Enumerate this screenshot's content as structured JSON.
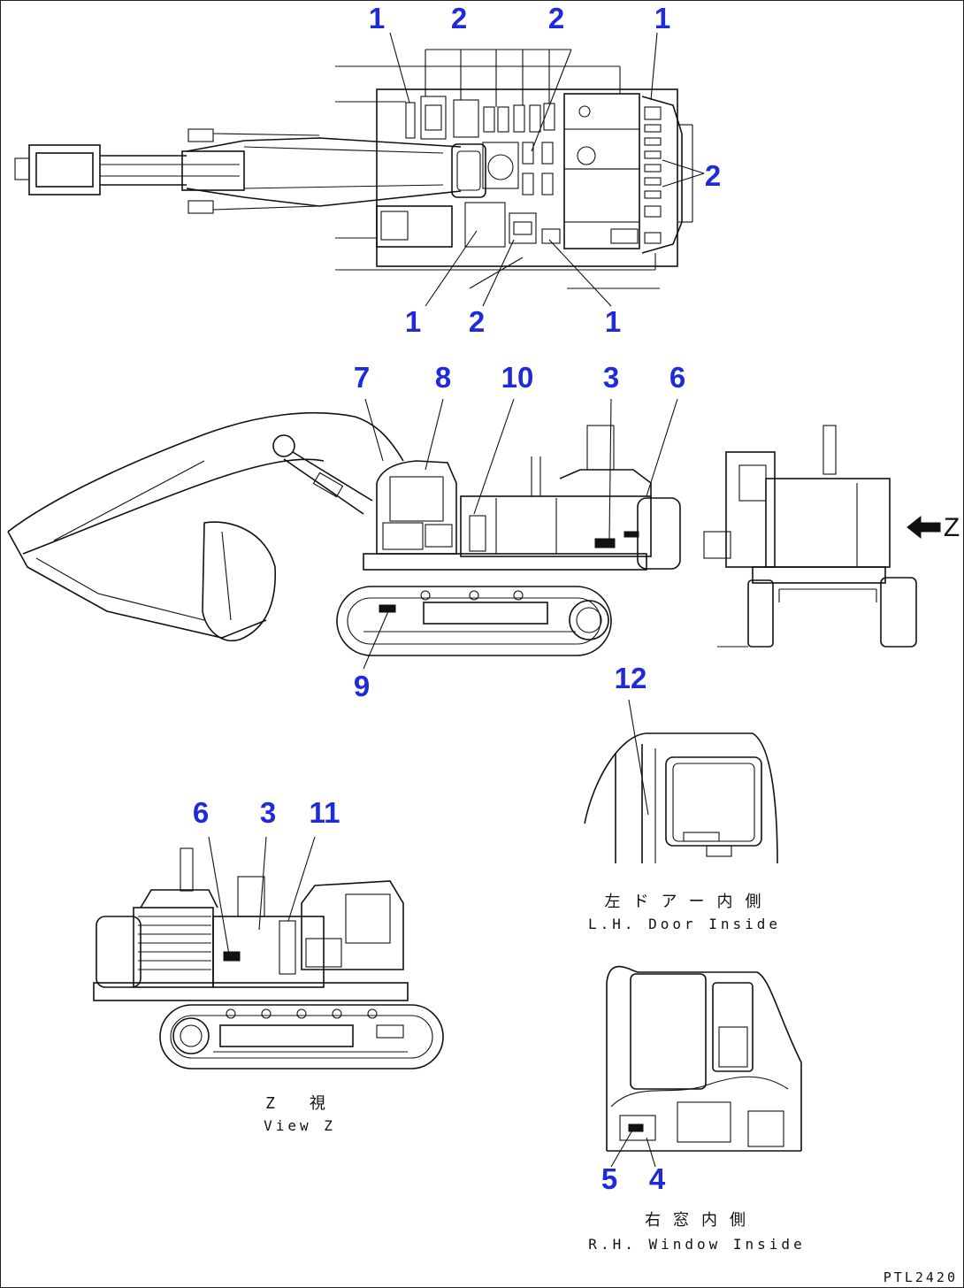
{
  "callouts": {
    "top": [
      "1",
      "2",
      "2",
      "1",
      "2",
      "1",
      "2",
      "1"
    ],
    "side": [
      "7",
      "8",
      "10",
      "3",
      "6",
      "9"
    ],
    "rear": [
      "6",
      "3",
      "11"
    ],
    "door": [
      "12"
    ],
    "window": [
      "5",
      "4"
    ]
  },
  "view_arrow": "Z",
  "captions": {
    "view_z_jp": "Z 視",
    "view_z_en": "View Z",
    "lh_door_jp": "左ドアー内側",
    "lh_door_en": "L.H. Door Inside",
    "rh_window_jp": "右窓内側",
    "rh_window_en": "R.H. Window Inside"
  },
  "drawing_number": "PTL2420",
  "colors": {
    "callout": "#1f2ad8",
    "line": "#111111",
    "background": "#ffffff"
  }
}
